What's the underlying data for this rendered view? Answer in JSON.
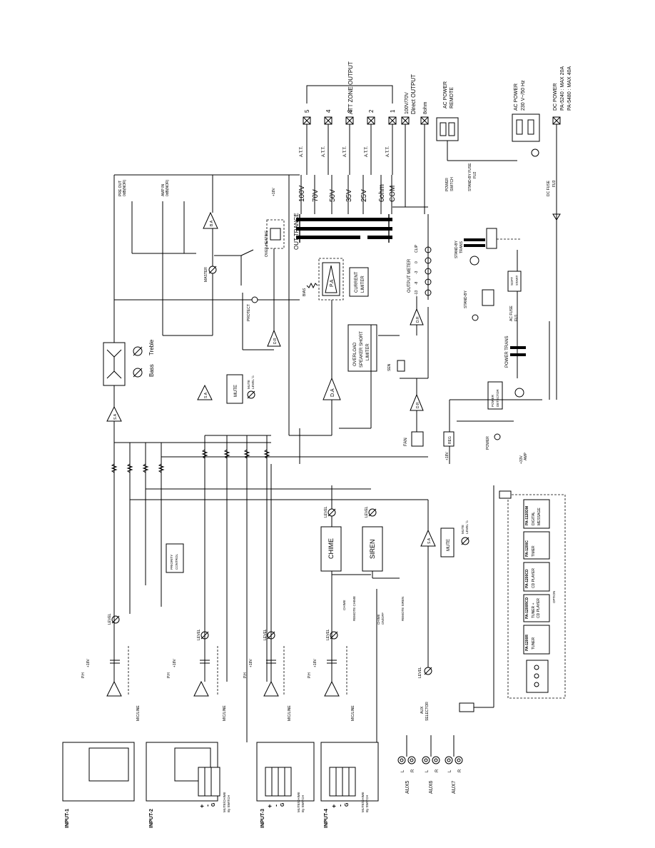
{
  "inputs": {
    "input1": "INPUT-1",
    "input2": "INPUT-2",
    "input3": "INPUT-3",
    "input4": "INPUT-4",
    "level": "LEVEL",
    "ph": "P.H",
    "v18": "+18V",
    "micline": "MIC/LINE",
    "mute_switch": "MUTE/CHIME",
    "by_switch": "By SWITCH",
    "plus": "+",
    "minus": "-",
    "g": "G"
  },
  "aux": {
    "aux5": "AUX5",
    "aux6": "AUX6",
    "aux7": "AUX7",
    "l": "L",
    "r": "R",
    "selector": "AUX",
    "selector2": "SELECTOR",
    "level": "LEVEL"
  },
  "options": {
    "tuner_code": "PA-1200R",
    "tuner": "TUNER",
    "tunercd_code": "PA-1200RCD",
    "tunercd": "TUNER +",
    "tunercd2": "CD PLAYER",
    "cd_code": "PA-1200CD",
    "cd": "CD PLAYER",
    "timer_code": "PA-1200C",
    "timer": "TIMER",
    "dm_code": "PA-1120DM",
    "dm1": "DIGITAL",
    "dm2": "MESSAGE",
    "option": "OPTION"
  },
  "control": {
    "chime": "CHIME",
    "siren": "SIREN",
    "level": "LEVEL",
    "priority1": "PRIORITY",
    "priority2": "CONTROL",
    "chime_sw": "CHIME",
    "remote_chime": "REMOTE CHIME",
    "chime_onoff1": "CHIME",
    "chime_onoff2": "ON/OFF",
    "remote_siren": "REMOTE SIREN",
    "mute": "MUTE",
    "mute_level1": "MUTE",
    "mute_level2": "LEVEL ½",
    "sa": "S.A"
  },
  "amp": {
    "bass": "Bass",
    "treble": "Treble",
    "master": "MASTER",
    "da": "D.A",
    "pa": "P.A",
    "ba": "B.A",
    "dr": "D.R",
    "bias": "BIAS",
    "protect": "PROTECT",
    "over_heating": "OVER HEATING",
    "v18": "+18V",
    "current_limiter1": "CURRENT",
    "current_limiter2": "LIMITER",
    "overload1": "OVERLOAD",
    "overload2": "SPEAKER SHORT",
    "overload3": "LIMITER",
    "out_trance": "OUT TRANCE",
    "output_meter": "OUTPUT METER",
    "meter_scale": [
      "-13",
      "-8",
      "-3",
      "0",
      "CLIP"
    ],
    "sen": "SEN",
    "fan": "FAN",
    "reg": "REG",
    "power": "POWER",
    "power_detector1": "POWER",
    "power_detector2": "DETECTOR",
    "v18b": "+18V",
    "v33": "+33V",
    "amp_label": "AMP",
    "pre_out1": "PRE OUT",
    "pre_out2": "0dB(NOR)",
    "amp_in1": "AMP IN",
    "amp_in2": "0dB(NOR)"
  },
  "output": {
    "taps": [
      "100V",
      "70V",
      "50V",
      "35V",
      "25V",
      "6ohm",
      "COM"
    ],
    "att": "A.T.T.",
    "zones": [
      "5",
      "4",
      "3",
      "2",
      "1"
    ],
    "att_zone_output": "ATT ZONE OUTPUT",
    "direct_output": "Direct OUTPUT",
    "v100_70": "100V/70V",
    "ohm8": "8ohm"
  },
  "power": {
    "ac_remote1": "AC POWER",
    "ac_remote2": "REMOTE",
    "ac_power1": "AC POWER",
    "ac_power2": "230 V~/50 Hz",
    "dc_power": "DC POWER",
    "pa5240": "PA-5240 : MAX 20A",
    "pa5480": "PA-5480 : MAX 40A",
    "power_switch1": "POWER",
    "power_switch2": "SWITCH",
    "standby_fuse1": "STAND-BY FUSE",
    "standby_fuse2": "FU2",
    "dc_fuse1": "DC FUSE",
    "dc_fuse2": "FU3",
    "standby_trans1": "STAND-BY",
    "standby_trans2": "TRANS",
    "soft_start1": "SOFT",
    "soft_start2": "START",
    "standby": "STAND-BY",
    "ac_fuse1": "AC FUSE",
    "ac_fuse2": "FU1",
    "power_trans": "POWER TRANS"
  }
}
